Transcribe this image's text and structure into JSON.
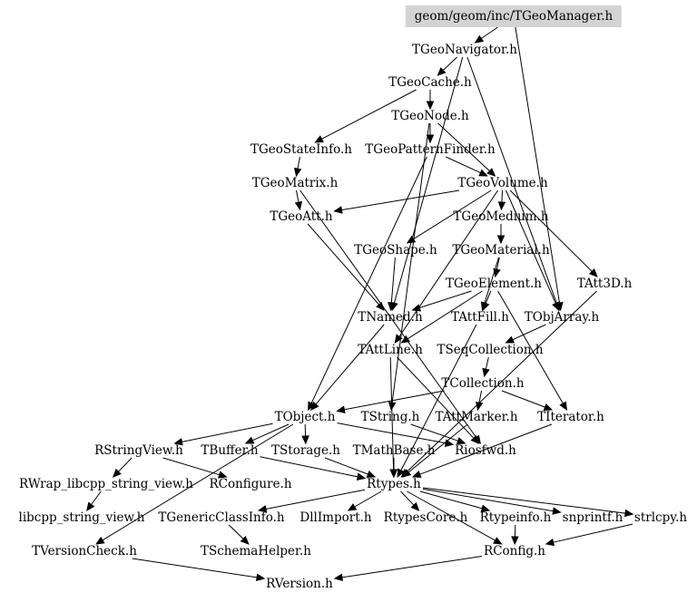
{
  "graph": {
    "root": "geom/geom/inc/TGeoManager.h",
    "nodes": [
      {
        "id": "n0",
        "label": "geom/geom/inc/TGeoManager.h",
        "root": true
      },
      {
        "id": "n1",
        "label": "TGeoNavigator.h"
      },
      {
        "id": "n2",
        "label": "TGeoCache.h"
      },
      {
        "id": "n3",
        "label": "TGeoNode.h"
      },
      {
        "id": "n4",
        "label": "TGeoStateInfo.h"
      },
      {
        "id": "n5",
        "label": "TGeoPatternFinder.h"
      },
      {
        "id": "n6",
        "label": "TGeoMatrix.h"
      },
      {
        "id": "n7",
        "label": "TGeoVolume.h"
      },
      {
        "id": "n8",
        "label": "TGeoAtt.h"
      },
      {
        "id": "n9",
        "label": "TGeoMedium.h"
      },
      {
        "id": "n10",
        "label": "TGeoShape.h"
      },
      {
        "id": "n11",
        "label": "TGeoMaterial.h"
      },
      {
        "id": "n12",
        "label": "TGeoElement.h"
      },
      {
        "id": "n13",
        "label": "TAtt3D.h"
      },
      {
        "id": "n14",
        "label": "TNamed.h"
      },
      {
        "id": "n15",
        "label": "TAttFill.h"
      },
      {
        "id": "n16",
        "label": "TObjArray.h"
      },
      {
        "id": "n17",
        "label": "TAttLine.h"
      },
      {
        "id": "n18",
        "label": "TSeqCollection.h"
      },
      {
        "id": "n19",
        "label": "TCollection.h"
      },
      {
        "id": "n20",
        "label": "TObject.h"
      },
      {
        "id": "n21",
        "label": "TString.h"
      },
      {
        "id": "n22",
        "label": "TAttMarker.h"
      },
      {
        "id": "n23",
        "label": "TIterator.h"
      },
      {
        "id": "n24",
        "label": "RStringView.h"
      },
      {
        "id": "n25",
        "label": "TBuffer.h"
      },
      {
        "id": "n26",
        "label": "TStorage.h"
      },
      {
        "id": "n27",
        "label": "TMathBase.h"
      },
      {
        "id": "n28",
        "label": "Riosfwd.h"
      },
      {
        "id": "n29",
        "label": "RWrap_libcpp_string_view.h"
      },
      {
        "id": "n30",
        "label": "RConfigure.h"
      },
      {
        "id": "n31",
        "label": "Rtypes.h"
      },
      {
        "id": "n32",
        "label": "libcpp_string_view.h"
      },
      {
        "id": "n33",
        "label": "TGenericClassInfo.h"
      },
      {
        "id": "n34",
        "label": "DllImport.h"
      },
      {
        "id": "n35",
        "label": "RtypesCore.h"
      },
      {
        "id": "n36",
        "label": "Rtypeinfo.h"
      },
      {
        "id": "n37",
        "label": "snprintf.h"
      },
      {
        "id": "n38",
        "label": "strlcpy.h"
      },
      {
        "id": "n39",
        "label": "TVersionCheck.h"
      },
      {
        "id": "n40",
        "label": "TSchemaHelper.h"
      },
      {
        "id": "n41",
        "label": "RConfig.h"
      },
      {
        "id": "n42",
        "label": "RVersion.h"
      }
    ],
    "edges": [
      [
        "n0",
        "n1"
      ],
      [
        "n0",
        "n16"
      ],
      [
        "n1",
        "n2"
      ],
      [
        "n1",
        "n14"
      ],
      [
        "n1",
        "n16"
      ],
      [
        "n2",
        "n3"
      ],
      [
        "n2",
        "n4"
      ],
      [
        "n3",
        "n5"
      ],
      [
        "n3",
        "n7"
      ],
      [
        "n3",
        "n21"
      ],
      [
        "n4",
        "n6"
      ],
      [
        "n5",
        "n7"
      ],
      [
        "n5",
        "n20"
      ],
      [
        "n6",
        "n8"
      ],
      [
        "n6",
        "n28"
      ],
      [
        "n7",
        "n8"
      ],
      [
        "n7",
        "n9"
      ],
      [
        "n7",
        "n10"
      ],
      [
        "n7",
        "n13"
      ],
      [
        "n7",
        "n16"
      ],
      [
        "n7",
        "n17"
      ],
      [
        "n8",
        "n14"
      ],
      [
        "n9",
        "n11"
      ],
      [
        "n10",
        "n14"
      ],
      [
        "n11",
        "n12"
      ],
      [
        "n11",
        "n15"
      ],
      [
        "n12",
        "n14"
      ],
      [
        "n12",
        "n15"
      ],
      [
        "n12",
        "n17"
      ],
      [
        "n12",
        "n23"
      ],
      [
        "n13",
        "n31"
      ],
      [
        "n14",
        "n20"
      ],
      [
        "n15",
        "n31"
      ],
      [
        "n16",
        "n18"
      ],
      [
        "n17",
        "n31"
      ],
      [
        "n17",
        "n28"
      ],
      [
        "n18",
        "n19"
      ],
      [
        "n19",
        "n20"
      ],
      [
        "n19",
        "n22"
      ],
      [
        "n19",
        "n23"
      ],
      [
        "n20",
        "n24"
      ],
      [
        "n20",
        "n25"
      ],
      [
        "n20",
        "n26"
      ],
      [
        "n20",
        "n28"
      ],
      [
        "n20",
        "n39"
      ],
      [
        "n21",
        "n28"
      ],
      [
        "n22",
        "n31"
      ],
      [
        "n23",
        "n31"
      ],
      [
        "n24",
        "n29"
      ],
      [
        "n24",
        "n30"
      ],
      [
        "n25",
        "n31"
      ],
      [
        "n26",
        "n31"
      ],
      [
        "n27",
        "n31"
      ],
      [
        "n29",
        "n32"
      ],
      [
        "n31",
        "n33"
      ],
      [
        "n31",
        "n34"
      ],
      [
        "n31",
        "n35"
      ],
      [
        "n31",
        "n36"
      ],
      [
        "n31",
        "n37"
      ],
      [
        "n31",
        "n38"
      ],
      [
        "n31",
        "n41"
      ],
      [
        "n33",
        "n40"
      ],
      [
        "n36",
        "n41"
      ],
      [
        "n38",
        "n41"
      ],
      [
        "n39",
        "n42"
      ],
      [
        "n41",
        "n42"
      ]
    ]
  }
}
